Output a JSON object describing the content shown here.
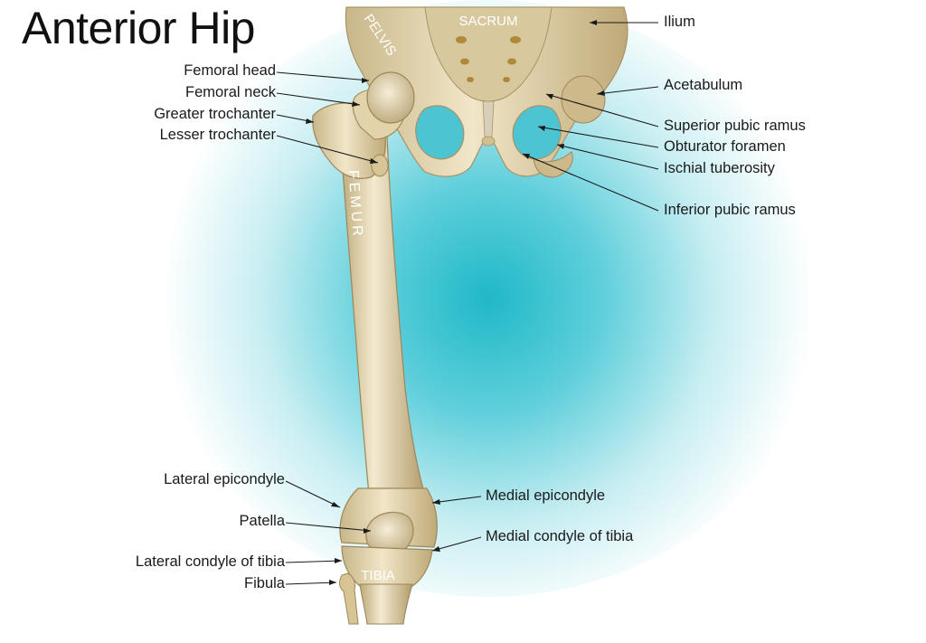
{
  "title": "Anterior Hip",
  "colors": {
    "background": "#ffffff",
    "glow": "#1fb8c8",
    "bone": "#e6d8b4",
    "bone_shadow": "#b8a274",
    "bone_light": "#f6eed8",
    "leader": "#1a1a1a",
    "label_text": "#1a1a1a",
    "bone_text": "#ffffff"
  },
  "bone_text": {
    "pelvis": "PELVIS",
    "sacrum": "SACRUM",
    "femur": "FEMUR",
    "tibia": "TIBIA"
  },
  "labels_left": [
    {
      "id": "femoral-head",
      "text": "Femoral head"
    },
    {
      "id": "femoral-neck",
      "text": "Femoral neck"
    },
    {
      "id": "greater-trochanter",
      "text": "Greater trochanter"
    },
    {
      "id": "lesser-trochanter",
      "text": "Lesser trochanter"
    },
    {
      "id": "lateral-epicondyle",
      "text": "Lateral epicondyle"
    },
    {
      "id": "patella",
      "text": "Patella"
    },
    {
      "id": "lateral-condyle-of-tibia",
      "text": "Lateral condyle of tibia"
    },
    {
      "id": "fibula",
      "text": "Fibula"
    }
  ],
  "labels_right": [
    {
      "id": "ilium",
      "text": "Ilium"
    },
    {
      "id": "acetabulum",
      "text": "Acetabulum"
    },
    {
      "id": "superior-pubic-ramus",
      "text": "Superior pubic ramus"
    },
    {
      "id": "obturator-foramen",
      "text": "Obturator foramen"
    },
    {
      "id": "ischial-tuberosity",
      "text": "Ischial tuberosity"
    },
    {
      "id": "inferior-pubic-ramus",
      "text": "Inferior pubic ramus"
    },
    {
      "id": "medial-epicondyle",
      "text": "Medial epicondyle"
    },
    {
      "id": "medial-condyle-of-tibia",
      "text": "Medial condyle of tibia"
    }
  ]
}
